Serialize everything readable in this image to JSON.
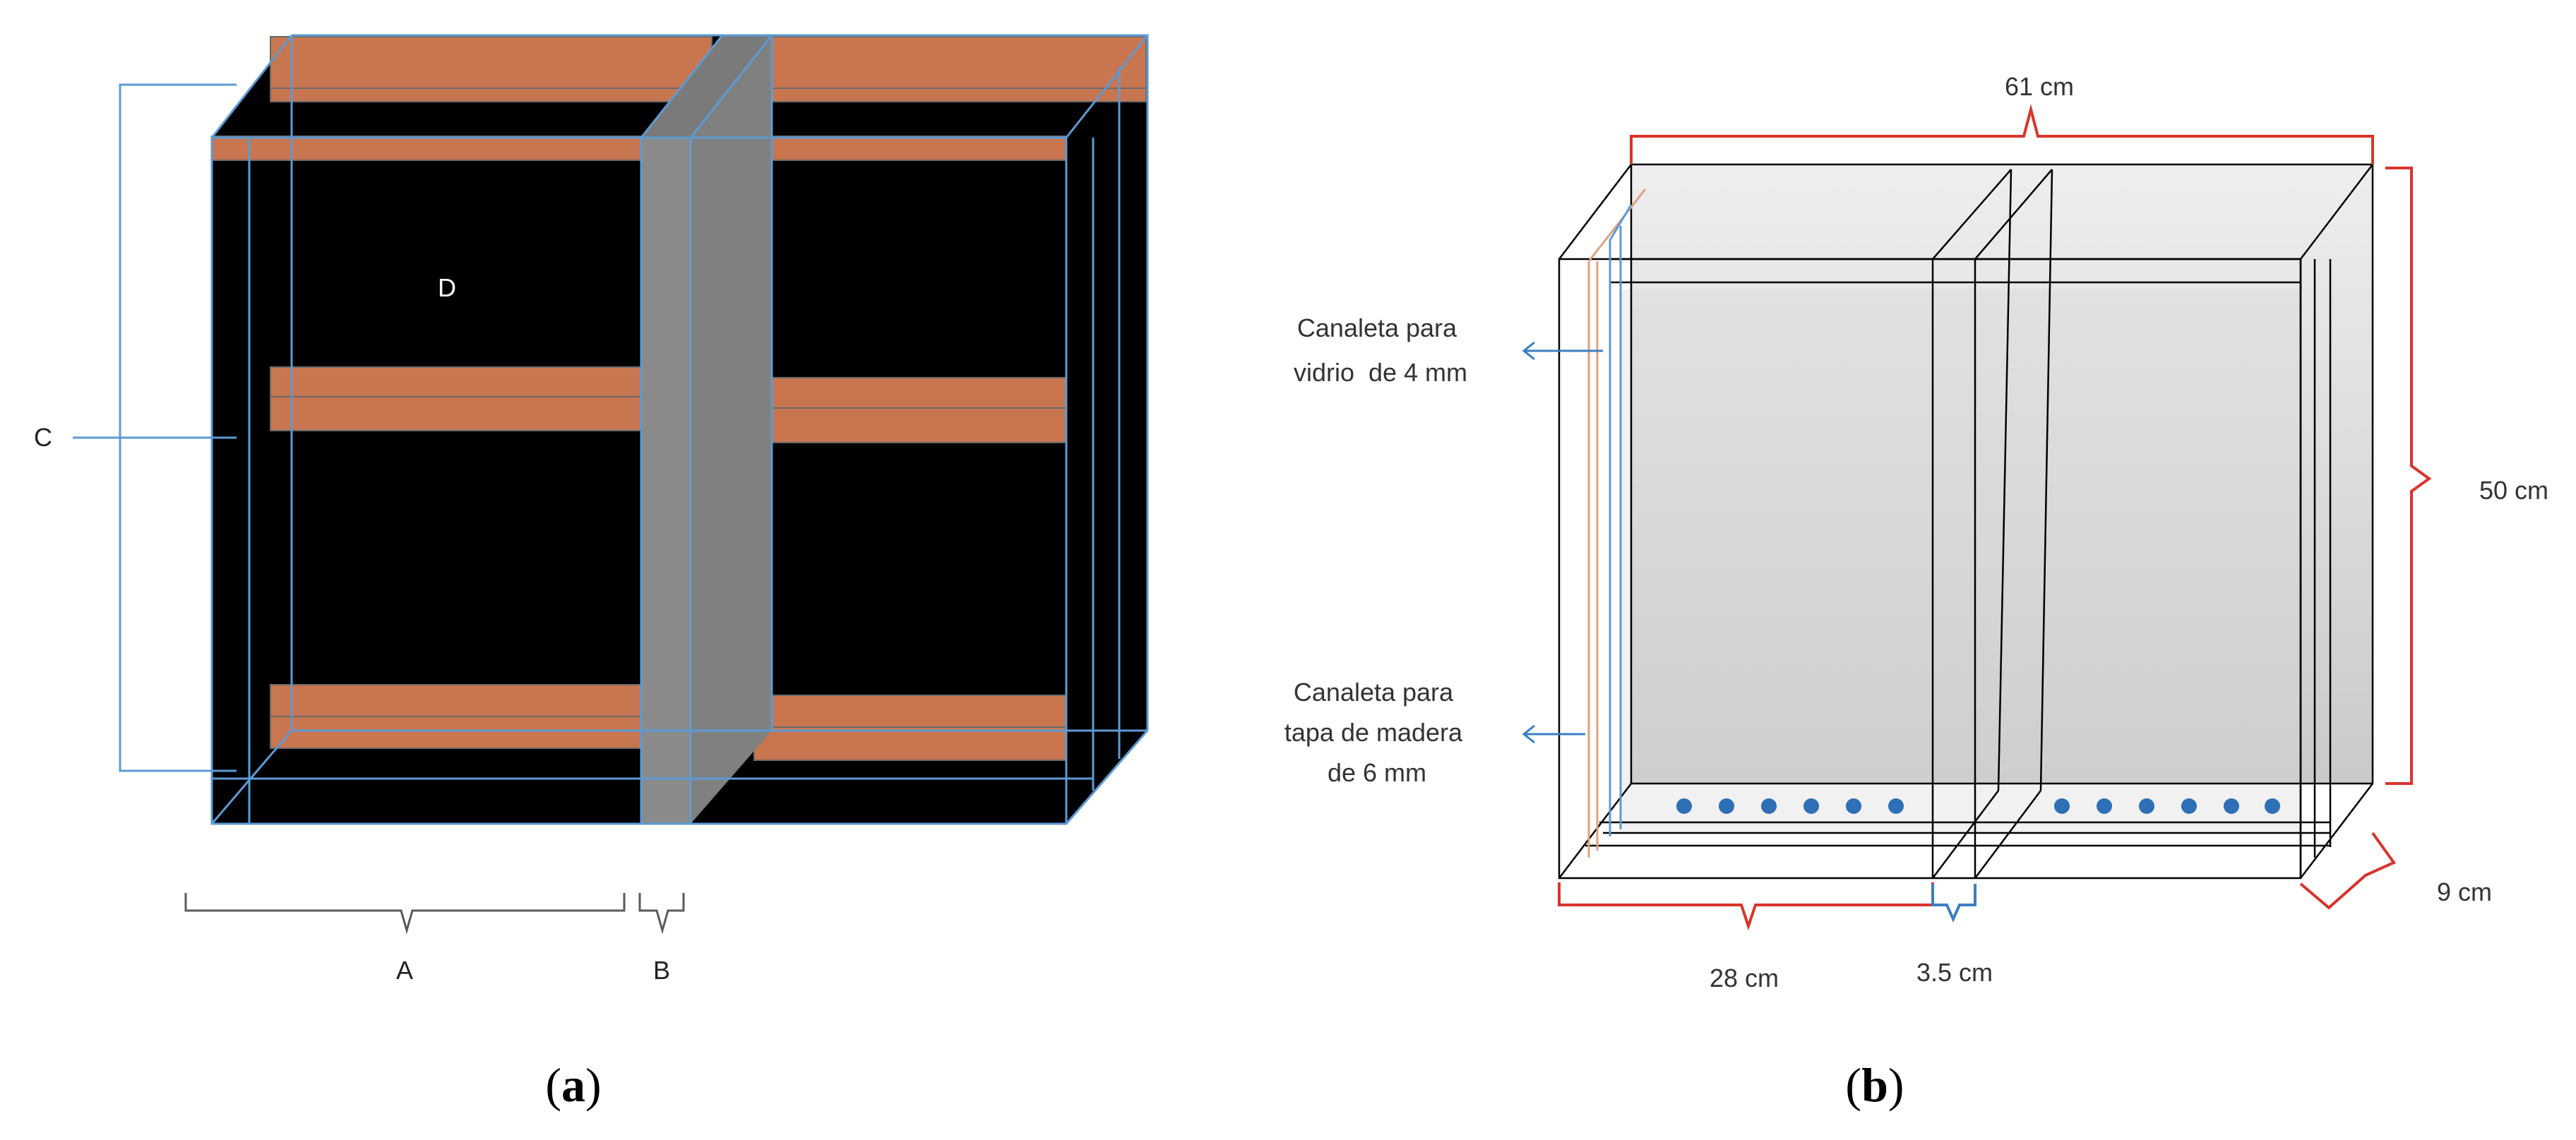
{
  "panel_a": {
    "labels": {
      "a": "A",
      "b": "B",
      "c": "C",
      "d": "D"
    },
    "caption_letter": "a"
  },
  "panel_b": {
    "dim_width": "61 cm",
    "dim_height": "50 cm",
    "dim_depth": "9 cm",
    "dim_compartment": "28 cm",
    "dim_gap": "3.5 cm",
    "note_glass": [
      "Canaleta para",
      "vidrio  de 4 mm"
    ],
    "note_wood": [
      "Canaleta para",
      "tapa de madera",
      "de 6 mm"
    ],
    "caption_letter": "b"
  },
  "colors": {
    "frame_blue": "#5b9bd5",
    "shelf_orange": "#c87650",
    "divider_gray": "#808080",
    "dimension_red": "#d9342b",
    "wood_channel": "#e0a080"
  }
}
